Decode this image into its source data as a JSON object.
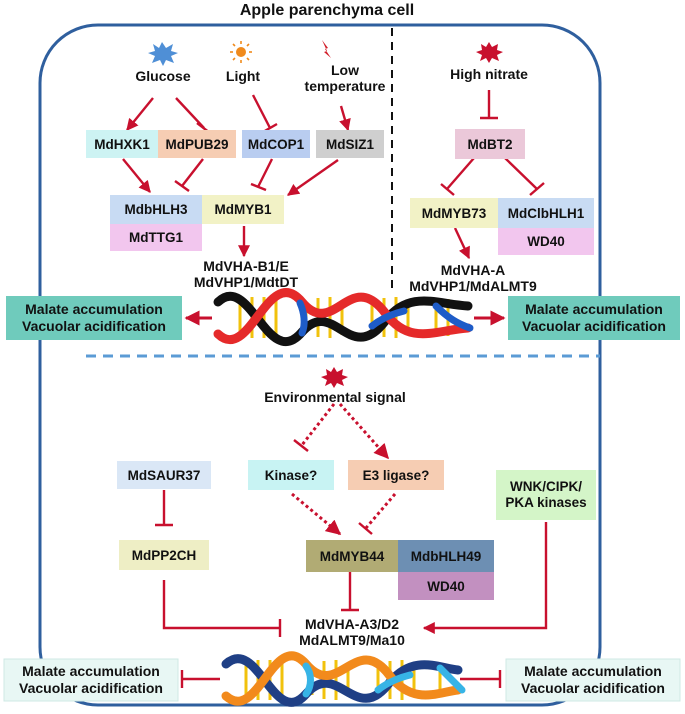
{
  "title": "Apple parenchyma cell",
  "colors": {
    "activation": "#c8102e",
    "membrane": "#2f5f9e",
    "separator_dashed": "#5b9bd5",
    "output_box_top": "#69c9b9",
    "output_box_bottom": "#e6f6f3"
  },
  "signals": {
    "glucose": "Glucose",
    "light": "Light",
    "low_temperature_line1": "Low",
    "low_temperature_line2": "temperature",
    "high_nitrate": "High nitrate",
    "environmental": "Environmental signal"
  },
  "proteins": {
    "hxk1": "MdHXK1",
    "pub29": "MdPUB29",
    "cop1": "MdCOP1",
    "siz1": "MdSIZ1",
    "bhlh3": "MdbHLH3",
    "myb1": "MdMYB1",
    "ttg1": "MdTTG1",
    "bt2": "MdBT2",
    "myb73": "MdMYB73",
    "clbhlh1": "MdClbHLH1",
    "wd40_top": "WD40",
    "saur37": "MdSAUR37",
    "pp2ch": "MdPP2CH",
    "kinase": "Kinase?",
    "e3_ligase": "E3 ligase?",
    "wnk_line1": "WNK/CIPK/",
    "wnk_line2": "PKA kinases",
    "myb44": "MdMYB44",
    "bhlh49": "MdbHLH49",
    "wd40_bottom": "WD40"
  },
  "targets": {
    "left_top_line1": "MdVHA-B1/E",
    "left_top_line2": "MdVHP1/MdtDT",
    "right_top_line1": "MdVHA-A",
    "right_top_line2": "MdVHP1/MdALMT9",
    "bottom_line1": "MdVHA-A3/D2",
    "bottom_line2": "MdALMT9/Ma10"
  },
  "outputs": {
    "line1": "Malate accumulation",
    "line2": "Vacuolar acidification"
  }
}
